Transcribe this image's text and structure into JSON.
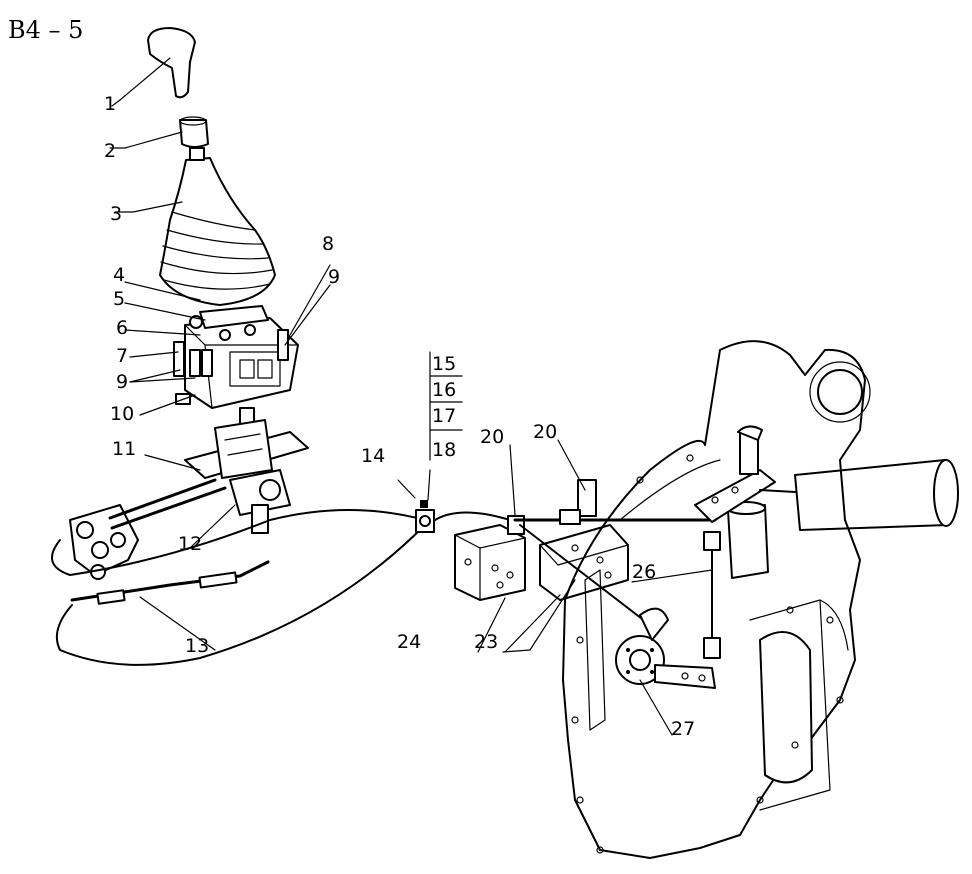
{
  "title": "B4 – 5",
  "labels": {
    "l1": "1",
    "l2": "2",
    "l3": "3",
    "l4": "4",
    "l5": "5",
    "l6": "6",
    "l7": "7",
    "l8": "8",
    "l9a": "9",
    "l9b": "9",
    "l10": "10",
    "l11": "11",
    "l12": "12",
    "l13": "13",
    "l14": "14",
    "l15": "15",
    "l16": "16",
    "l17": "17",
    "l18": "18",
    "l20a": "20",
    "l20b": "20",
    "l23": "23",
    "l24": "24",
    "l26": "26",
    "l27": "27"
  }
}
